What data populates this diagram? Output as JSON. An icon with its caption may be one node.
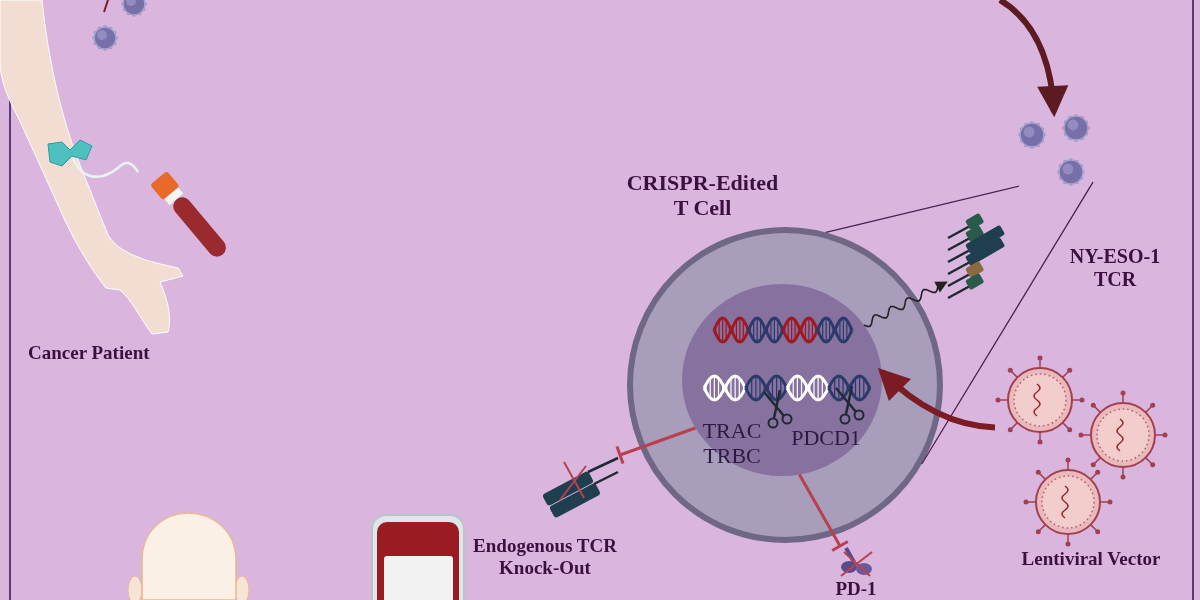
{
  "diagram": {
    "nodes": [
      {
        "text": [
          "Cancer Patient"
        ]
      },
      {
        "text": [],
        "shape": "picture"
      },
      {
        "text": [
          "CRISPR-Edited T Cell"
        ]
      },
      {
        "text": [
          "TRAC TRBC",
          "PDCD1"
        ],
        "in": 2
      },
      {
        "text": [],
        "shape": "picture",
        "beside": [
          "NY-ESO-1 TCR"
        ]
      },
      {
        "text": [
          "Endogenous TCR Knock-Out"
        ]
      },
      {
        "text": [
          "PD-1"
        ]
      },
      {
        "text": [
          "Lentiviral Vector"
        ]
      }
    ],
    "edges": [
      {
        "from": null,
        "to": 1,
        "arrow": "to",
        "style": "thick",
        "color": "#5c1a22"
      },
      {
        "from": 1,
        "to": 2,
        "arrow": "none"
      },
      {
        "from": 1,
        "to": 2,
        "arrow": "none"
      },
      {
        "from": 3,
        "to": 4,
        "arrow": "to",
        "color": "#222222"
      },
      {
        "from": 7,
        "to": 3,
        "arrow": "to",
        "style": "thick",
        "color": "#7b1c24"
      },
      {
        "from": 3,
        "to": 5,
        "arrow": "other",
        "color": "#b8404f"
      },
      {
        "from": 3,
        "to": 6,
        "arrow": "other",
        "color": "#b8404f"
      }
    ]
  }
}
